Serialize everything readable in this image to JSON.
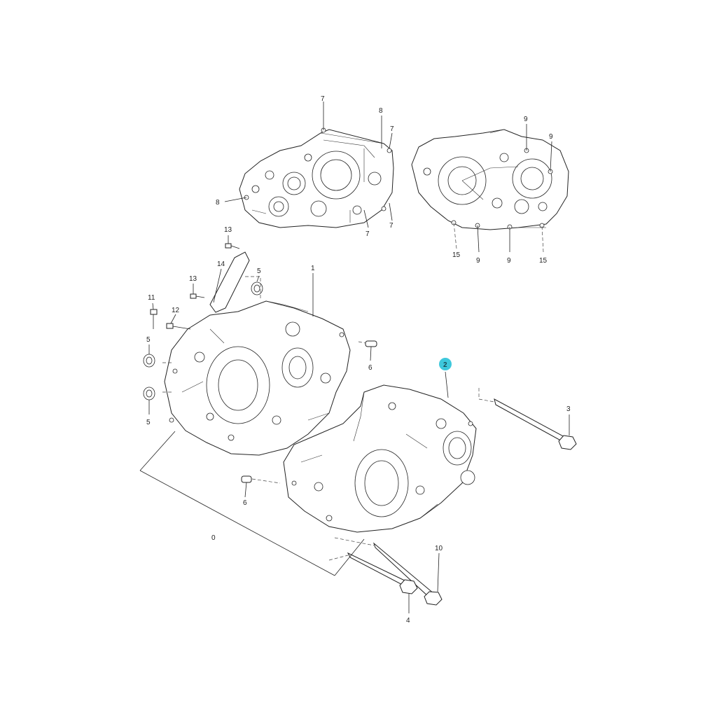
{
  "colors": {
    "highlight": "#3ec8dc",
    "line": "#222222",
    "background": "#ffffff"
  },
  "callouts": {
    "c7a": "7",
    "c8a": "8",
    "c7b": "7",
    "c8b": "8",
    "c7c": "7",
    "c7d": "7",
    "c9a": "9",
    "c9b": "9",
    "c15a": "15",
    "c9c": "9",
    "c9d": "9",
    "c15b": "15",
    "c13a": "13",
    "c14": "14",
    "c5a": "5",
    "c1": "1",
    "c13b": "13",
    "c11": "11",
    "c12": "12",
    "c5b": "5",
    "c5c": "5",
    "c6a": "6",
    "c2": "2",
    "c3": "3",
    "c6b": "6",
    "c0": "0",
    "c10": "10",
    "c4": "4"
  },
  "highlighted_part": "2"
}
